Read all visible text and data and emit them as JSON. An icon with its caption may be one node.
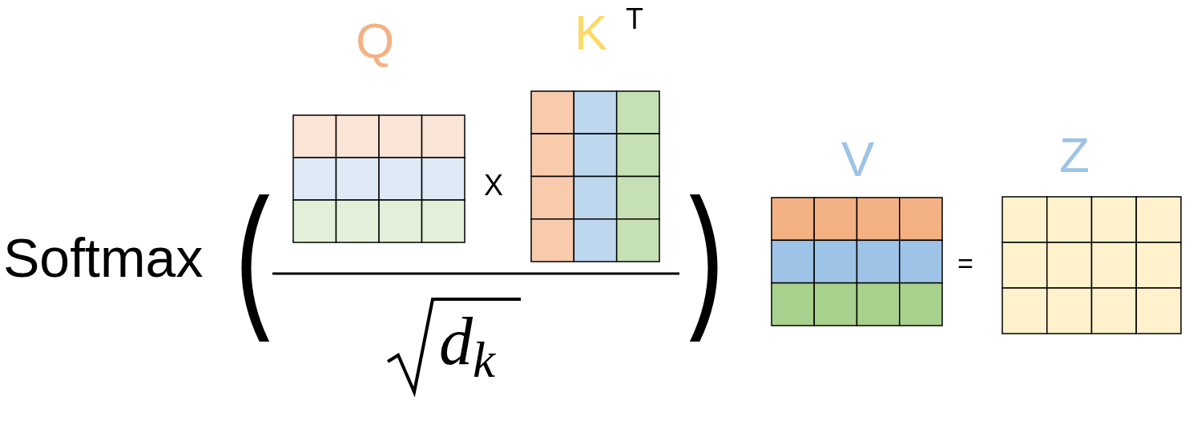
{
  "diagram": {
    "nodes": [
      {
        "text": [
          "Q"
        ]
      },
      {
        "text": [
          "K",
          "T"
        ]
      },
      {
        "text": [
          "V"
        ]
      },
      {
        "text": [
          "Z"
        ]
      }
    ],
    "labels": [
      "Softmax",
      "X",
      "d$_{k}$",
      "="
    ]
  }
}
